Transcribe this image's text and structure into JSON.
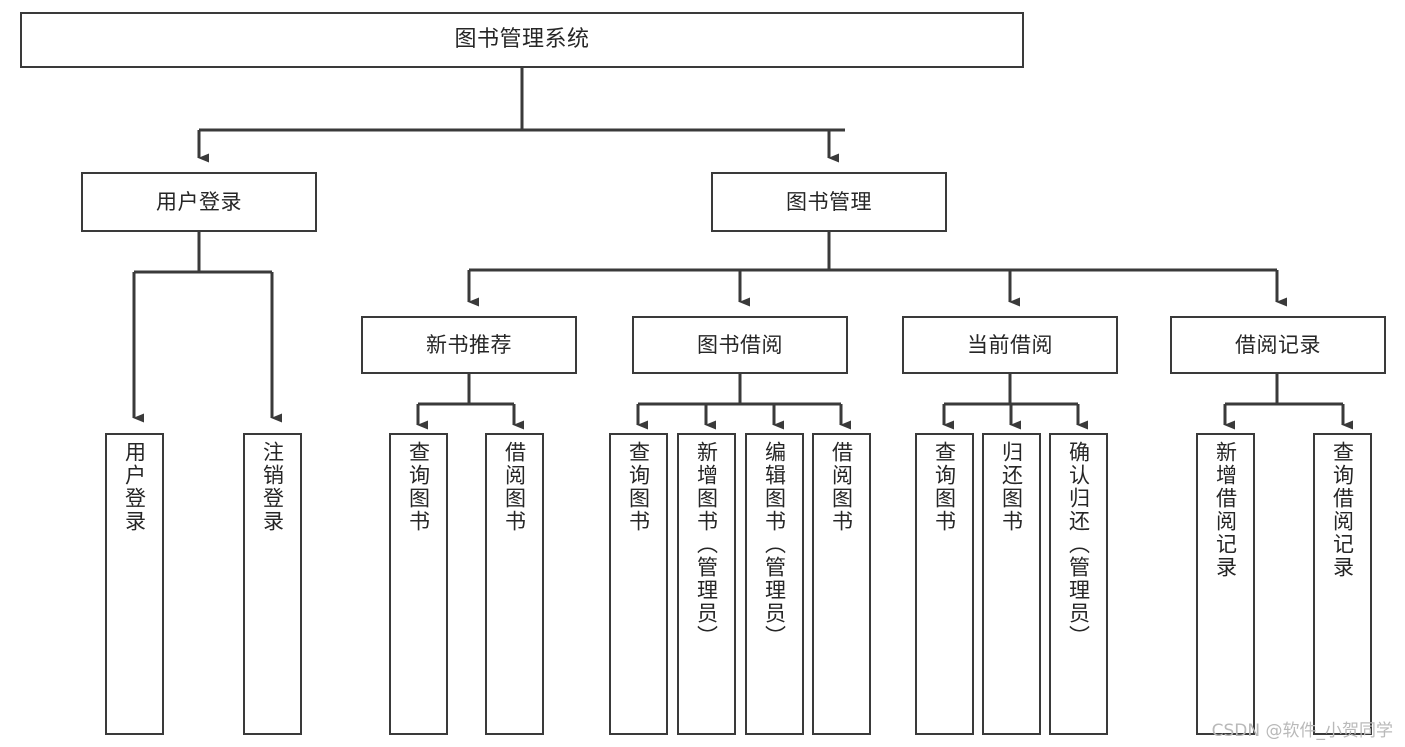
{
  "diagram": {
    "type": "tree-hierarchy",
    "title": "图书管理系统",
    "orientation": "top-down",
    "colors": {
      "box_border": "#3a3a3a",
      "box_fill": "#ffffff",
      "connector": "#3a3a3a",
      "text": "#262626",
      "watermark": "#b9b9b9",
      "background": "#ffffff"
    }
  },
  "watermark": {
    "text": "CSDN @软件_小贺同学"
  },
  "nodes": {
    "root": {
      "label": "图书管理系统"
    },
    "level2": [
      {
        "id": "user-login",
        "label": "用户登录"
      },
      {
        "id": "book-management",
        "label": "图书管理"
      }
    ],
    "level3": [
      {
        "id": "new-book-recommend",
        "label": "新书推荐"
      },
      {
        "id": "book-borrow",
        "label": "图书借阅"
      },
      {
        "id": "current-borrow",
        "label": "当前借阅"
      },
      {
        "id": "borrow-record",
        "label": "借阅记录"
      }
    ],
    "leaves": {
      "user-login": [
        {
          "id": "leaf-user-login",
          "label": "用户登录"
        },
        {
          "id": "leaf-user-logout",
          "label": "注销登录"
        }
      ],
      "new-book-recommend": [
        {
          "id": "leaf-query-book-1",
          "label": "查询图书"
        },
        {
          "id": "leaf-borrow-book-1",
          "label": "借阅图书"
        }
      ],
      "book-borrow": [
        {
          "id": "leaf-query-book-2",
          "label": "查询图书"
        },
        {
          "id": "leaf-add-book",
          "label": "新增图书（管理员）"
        },
        {
          "id": "leaf-edit-book",
          "label": "编辑图书（管理员）"
        },
        {
          "id": "leaf-borrow-book-2",
          "label": "借阅图书"
        }
      ],
      "current-borrow": [
        {
          "id": "leaf-query-book-3",
          "label": "查询图书"
        },
        {
          "id": "leaf-return-book",
          "label": "归还图书"
        },
        {
          "id": "leaf-confirm-return",
          "label": "确认归还（管理员）"
        }
      ],
      "borrow-record": [
        {
          "id": "leaf-add-record",
          "label": "新增借阅记录"
        },
        {
          "id": "leaf-query-record",
          "label": "查询借阅记录"
        }
      ]
    }
  }
}
